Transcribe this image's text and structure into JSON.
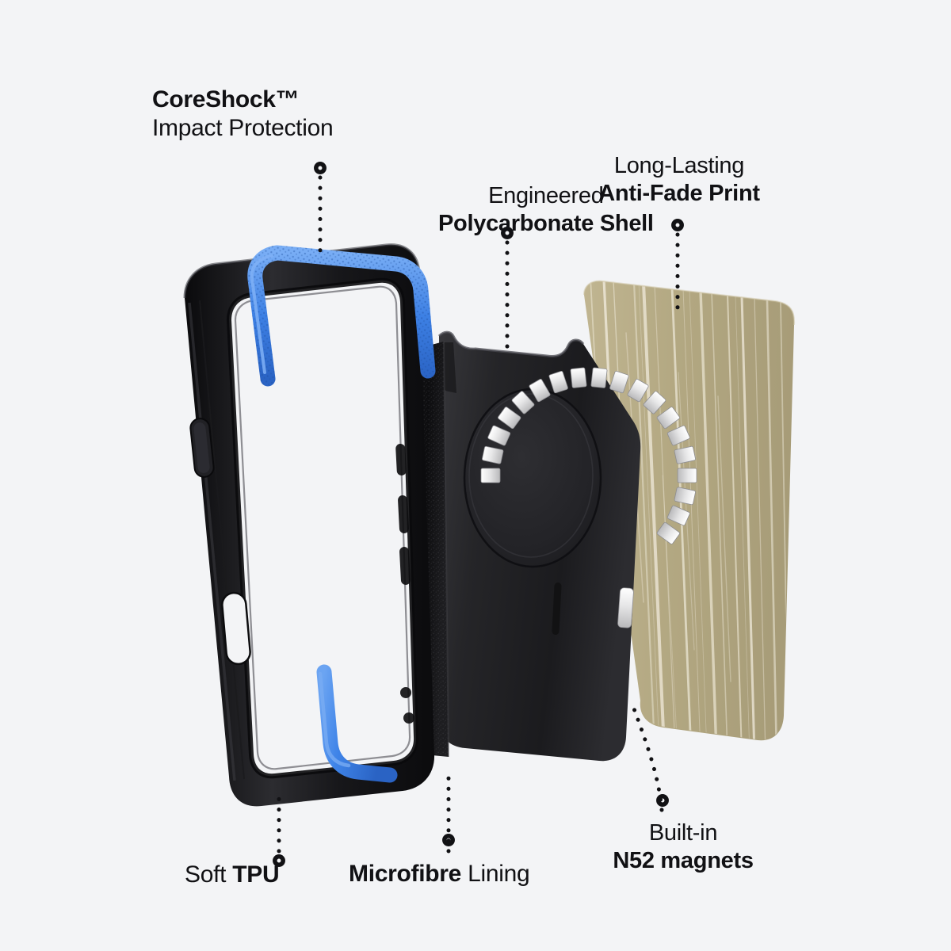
{
  "graphic": {
    "kind": "exploded-product-diagram",
    "subject": "phone case layers",
    "background_color": "#f3f4f6"
  },
  "callouts": [
    {
      "id": "coreshock",
      "line1": "CoreShock™",
      "line1_weight": "bold",
      "line2": "Impact Protection",
      "line2_weight": "regular",
      "align": "left",
      "points_to": "blue-coreshock-strip"
    },
    {
      "id": "polycarbonate",
      "line1": "Engineered",
      "line1_weight": "regular",
      "line2": "Polycarbonate Shell",
      "line2_weight": "bold",
      "align": "center",
      "points_to": "black-polycarbonate-shell"
    },
    {
      "id": "anti_fade_print",
      "line1": "Long-Lasting",
      "line1_weight": "regular",
      "line2": "Anti-Fade Print",
      "line2_weight": "bold",
      "align": "center",
      "points_to": "printed-back-panel"
    },
    {
      "id": "soft_tpu",
      "prefix": "Soft ",
      "prefix_weight": "regular",
      "emphasis": "TPU",
      "emphasis_weight": "bold",
      "align": "left",
      "points_to": "black-tpu-bumper"
    },
    {
      "id": "microfibre_lining",
      "emphasis": "Microfibre",
      "emphasis_weight": "bold",
      "suffix": " Lining",
      "suffix_weight": "regular",
      "align": "left",
      "points_to": "microfibre-lining-panel"
    },
    {
      "id": "n52_magnets",
      "line1": "Built-in",
      "line1_weight": "regular",
      "line2": "N52 magnets",
      "line2_weight": "bold",
      "align": "center",
      "points_to": "magsafe-magnet-ring"
    }
  ],
  "layers": [
    {
      "id": "tpu-bumper",
      "name": "Soft TPU bumper frame",
      "color": "#141416"
    },
    {
      "id": "coreshock-strip",
      "name": "CoreShock blue strip",
      "color": "#3f84e8"
    },
    {
      "id": "microfibre-lining",
      "name": "Microfibre lining panel",
      "color": "#17171a"
    },
    {
      "id": "polycarbonate",
      "name": "Polycarbonate shell",
      "color": "#232326"
    },
    {
      "id": "magnet-ring",
      "name": "N52 magnet ring",
      "color": "#e9e9ea"
    },
    {
      "id": "print-panel",
      "name": "Anti-fade printed panel",
      "color": "#b3a882"
    }
  ],
  "palette": {
    "background": "#f3f4f6",
    "text": "#111114",
    "tpu_black": "#141416",
    "coreshock_blue": "#3f84e8",
    "coreshock_blue_dark": "#2b62bf",
    "shell_black": "#222225",
    "magnet_silver": "#ededee",
    "print_tan": "#b3a882",
    "print_streak": "#eee8d8",
    "leader_line": "#111114"
  }
}
